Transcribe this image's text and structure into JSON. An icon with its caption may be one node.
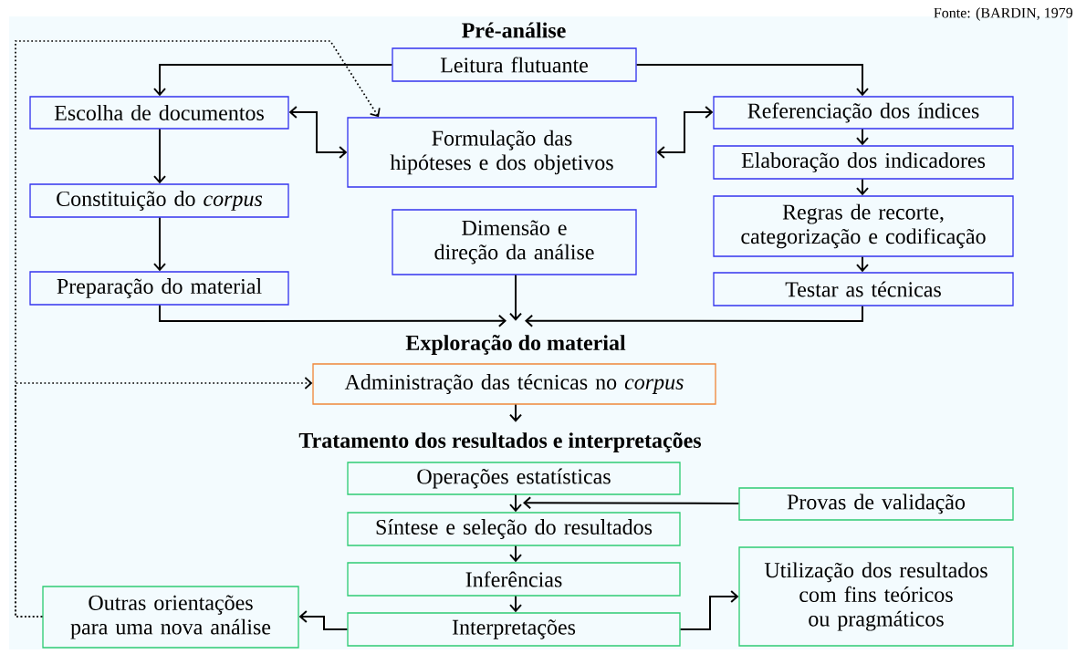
{
  "diagram": {
    "nodes": [
      {
        "text": [
          "Leitura flutuante"
        ]
      },
      {
        "text": [
          "Escolha de documentos"
        ]
      },
      {
        "text": [
          "Formulação das hipóteses e dos objetivos"
        ]
      },
      {
        "text": [
          "Referenciação dos índices"
        ]
      },
      {
        "text": [
          "Elaboração dos indicadores"
        ]
      },
      {
        "text": [
          "Constituição do *corpus*"
        ]
      },
      {
        "text": [
          "Dimensão e direção da análise"
        ]
      },
      {
        "text": [
          "Regras de recorte, categorização e codificação"
        ]
      },
      {
        "text": [
          "Preparação do material"
        ]
      },
      {
        "text": [
          "Testar as técnicas"
        ]
      },
      {
        "text": [
          "Exploração do material"
        ]
      },
      {
        "text": [
          "Administração das técnicas no *corpus*"
        ]
      },
      {
        "text": [
          "Tratamento dos resultados e interpretações"
        ]
      },
      {
        "text": [
          "Operações estatísticas"
        ]
      },
      {
        "text": [
          "Provas de validação"
        ]
      },
      {
        "text": [
          "Síntese e seleção do resultados"
        ]
      },
      {
        "text": [
          "Utilização dos resultados com fins teóricos ou pragmáticos"
        ]
      },
      {
        "text": [
          "Inferências"
        ]
      },
      {
        "text": [
          "Outras orientações para uma nova análise"
        ]
      },
      {
        "text": [
          "Interpretações"
        ]
      }
    ],
    "edges": [
      {
        "from": 0,
        "to": 1,
        "arrow": "to"
      },
      {
        "from": 0,
        "to": 3,
        "arrow": "to"
      },
      {
        "from": 1,
        "to": 2,
        "arrow": "both"
      },
      {
        "from": 2,
        "to": 3,
        "arrow": "both"
      },
      {
        "from": 1,
        "to": 5,
        "arrow": "to"
      },
      {
        "from": 3,
        "to": 4,
        "arrow": "to"
      },
      {
        "from": 5,
        "to": 8,
        "arrow": "to"
      },
      {
        "from": 6,
        "to": 10,
        "arrow": "to"
      },
      {
        "from": 4,
        "to": 7,
        "arrow": "to"
      },
      {
        "from": 7,
        "to": 9,
        "arrow": "to"
      },
      {
        "from": 8,
        "to": 10,
        "arrow": "to"
      },
      {
        "from": 9,
        "to": 10,
        "arrow": "to"
      },
      {
        "from": 11,
        "to": 12,
        "arrow": "to"
      },
      {
        "from": 13,
        "to": 15,
        "arrow": "to"
      },
      {
        "from": 14,
        "to": 15,
        "arrow": "to"
      },
      {
        "from": 15,
        "to": 17,
        "arrow": "to"
      },
      {
        "from": 17,
        "to": 19,
        "arrow": "to"
      },
      {
        "from": 19,
        "to": 18,
        "arrow": "to"
      },
      {
        "from": 19,
        "to": 16,
        "arrow": "to"
      },
      {
        "from": 18,
        "to": 2,
        "arrow": "to",
        "style": "dashed"
      },
      {
        "from": 18,
        "to": 11,
        "arrow": "to",
        "style": "dashed"
      }
    ],
    "labels": [
      "Fonte: (BARDIN, 1979",
      "Pré-análise"
    ]
  }
}
